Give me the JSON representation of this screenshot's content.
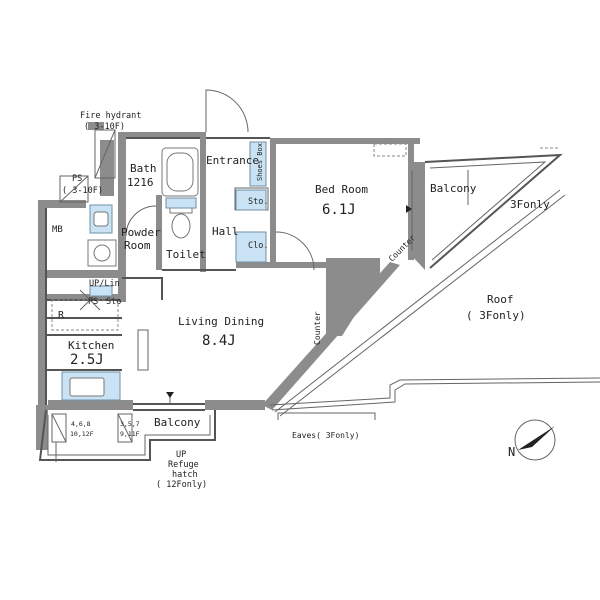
{
  "colors": {
    "wall": "#8c8c8c",
    "line": "#555555",
    "fixture_blue": "#c9e3f4",
    "background": "#ffffff"
  },
  "labels": {
    "fire_hydrant": "Fire hydrant",
    "fire_hydrant_floors": "( 3-10F)",
    "ps_top": "PS",
    "ps_top_floors": "( 3-10F)",
    "bath": "Bath",
    "bath_size": "1216",
    "entrance": "Entrance",
    "shoes_box": "Shoes Box",
    "bed_room": "Bed Room",
    "bed_room_size": "6.1J",
    "balcony_east": "Balcony",
    "floor_only_east": "3Fonly",
    "mb": "MB",
    "powder_room_1": "Powder",
    "powder_room_2": "Room",
    "sto_upper": "Sto.",
    "hall": "Hall",
    "clo": "Clo.",
    "toilet": "Toilet",
    "counter_east": "Counter",
    "up_lin": "UP/Lin",
    "ps_mid": "PS",
    "sto_mid": "Sto",
    "roof": "Roof",
    "roof_floor": "( 3Fonly)",
    "r_mark": "R",
    "living_dining": "Living Dining",
    "living_size": "8.4J",
    "counter_center": "Counter",
    "kitchen": "Kitchen",
    "kitchen_size": "2.5J",
    "balcony_south": "Balcony",
    "tag_left_1": "4,6,8",
    "tag_left_2": "10,12F",
    "tag_right_1": "3,5,7",
    "tag_right_2": "9,11F",
    "eaves": "Eaves( 3Fonly)",
    "up": "UP",
    "refuge_1": "Refuge",
    "refuge_2": "hatch",
    "refuge_3": "( 12Fonly)",
    "north": "N"
  },
  "icons": [
    "compass-icon",
    "bathtub-icon",
    "toilet-icon",
    "washbasin-icon",
    "washing-machine-icon",
    "sink-icon",
    "stove-icon",
    "door-swing-icon"
  ]
}
